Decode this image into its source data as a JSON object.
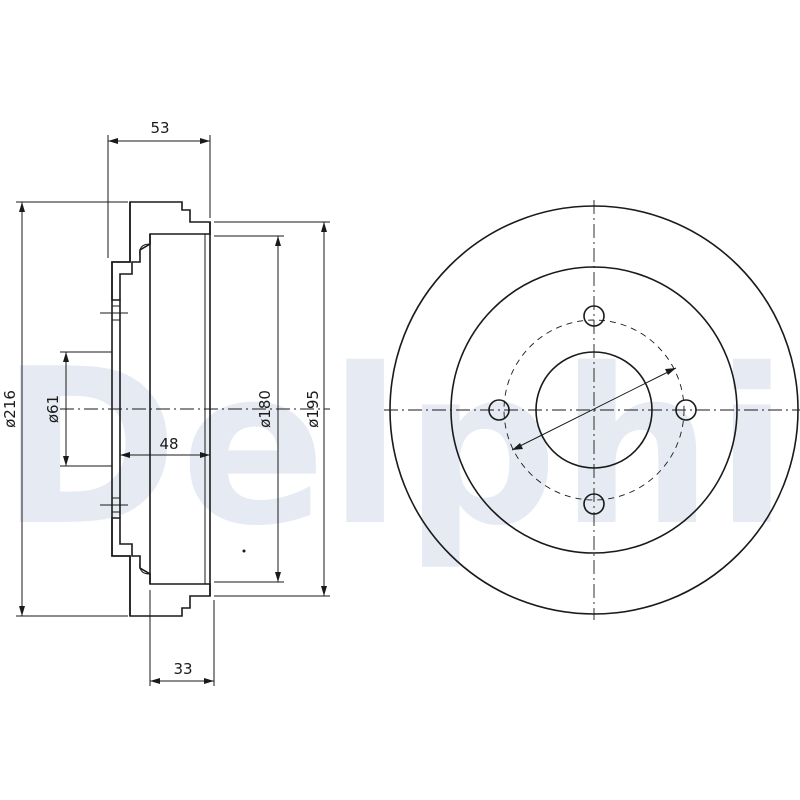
{
  "watermark": {
    "text": "Delphi",
    "color": "#c9d3e6"
  },
  "dimensions": {
    "width_total": "53",
    "offset_33": "33",
    "depth_48": "48",
    "dia_216": "ø216",
    "dia_61": "ø61",
    "dia_180": "ø180",
    "dia_195": "ø195"
  },
  "colors": {
    "line": "#1a1a1a",
    "background": "#ffffff"
  }
}
